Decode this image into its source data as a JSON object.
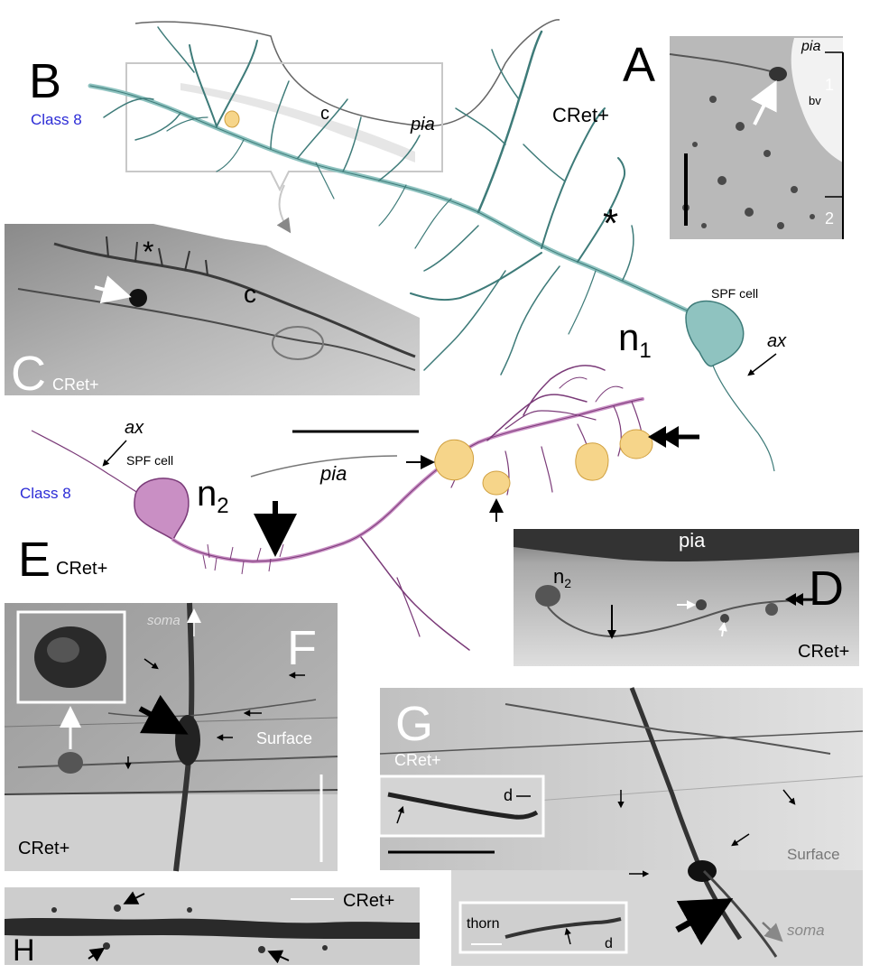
{
  "panels": {
    "A": {
      "letter": "A",
      "pia": "pia",
      "bv": "bv",
      "layer1": "1",
      "layer2": "2"
    },
    "B": {
      "letter": "B",
      "class": "Class 8",
      "c": "c",
      "pia": "pia",
      "cret": "CRet+",
      "star": "*",
      "spf": "SPF cell",
      "n": "n",
      "n_sub": "1",
      "ax": "ax"
    },
    "C": {
      "letter": "C",
      "cret": "CRet+",
      "star": "*",
      "c": "c"
    },
    "D": {
      "letter": "D",
      "pia": "pia",
      "n": "n",
      "n_sub": "2",
      "cret": "CRet+"
    },
    "E": {
      "letter": "E",
      "cret": "CRet+",
      "class": "Class 8",
      "ax": "ax",
      "spf": "SPF cell",
      "n": "n",
      "n_sub": "2",
      "pia": "pia"
    },
    "F": {
      "letter": "F",
      "soma": "soma",
      "surface": "Surface",
      "cret": "CRet+"
    },
    "G": {
      "letter": "G",
      "cret": "CRet+",
      "d1": "d",
      "surface": "Surface",
      "soma": "soma",
      "thorn": "thorn",
      "d2": "d"
    },
    "H": {
      "letter": "H",
      "cret": "CRet+"
    }
  },
  "colors": {
    "neuron1": "#8fc3c0",
    "neuron1_dark": "#3e7b79",
    "neuron2": "#c98fc4",
    "neuron2_dark": "#7a3a78",
    "soma_yellow": "#f6d58a",
    "class_blue": "#2b2bd6"
  }
}
